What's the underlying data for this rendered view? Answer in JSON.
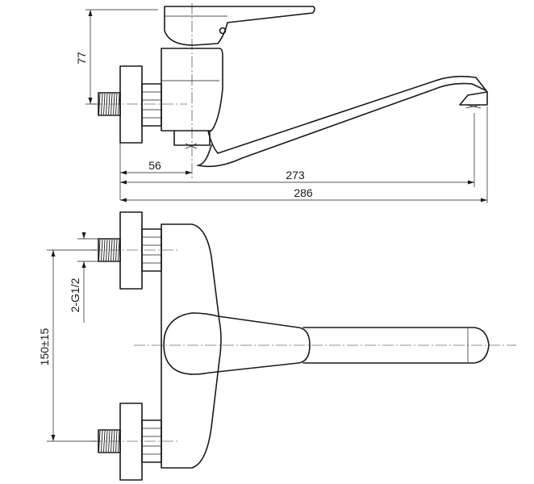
{
  "dimensions": {
    "handle_height": "77",
    "outlet_offset": "56",
    "spout_reach": "273",
    "overall_length": "286",
    "connection_thread": "2-G1/2",
    "center_distance": "150±15"
  }
}
